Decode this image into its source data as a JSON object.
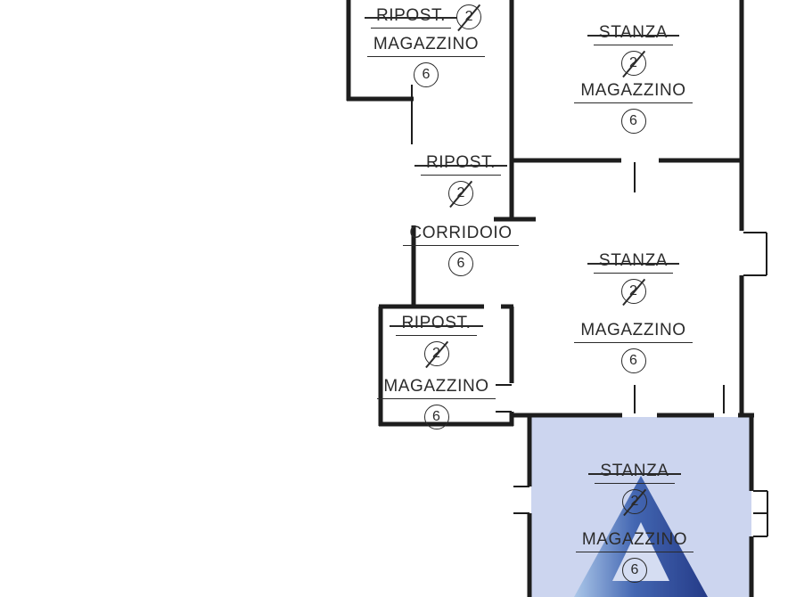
{
  "plan": {
    "background_color": "#ffffff",
    "wall_color": "#1d1d1d",
    "text_color": "#2b2b2b",
    "highlight_color": "#ccd5ef",
    "logo": {
      "icon": "triangle-a-watermark-icon",
      "colors": {
        "light": "#a9c6e9",
        "mid": "#3a5fae",
        "dark": "#182f80",
        "hole": "#d6def3"
      }
    }
  },
  "rooms": [
    {
      "position": "top-left",
      "old_name": "RIPOST.",
      "old_number": "2",
      "new_name": "MAGAZZINO",
      "new_number": "6",
      "highlighted": false
    },
    {
      "position": "top-right",
      "old_name": "STANZA",
      "old_number": "2",
      "new_name": "MAGAZZINO",
      "new_number": "6",
      "highlighted": false
    },
    {
      "position": "middle-corridor",
      "old_name": "RIPOST.",
      "old_number": "2",
      "new_name": "CORRIDOIO",
      "new_number": "6",
      "highlighted": false
    },
    {
      "position": "center-right",
      "old_name": "STANZA",
      "old_number": "2",
      "new_name": "MAGAZZINO",
      "new_number": "6",
      "highlighted": false
    },
    {
      "position": "lower-left",
      "old_name": "RIPOST.",
      "old_number": "2",
      "new_name": "MAGAZZINO",
      "new_number": "6",
      "highlighted": false
    },
    {
      "position": "bottom-right",
      "old_name": "STANZA",
      "old_number": "2",
      "new_name": "MAGAZZINO",
      "new_number": "6",
      "highlighted": true
    }
  ]
}
